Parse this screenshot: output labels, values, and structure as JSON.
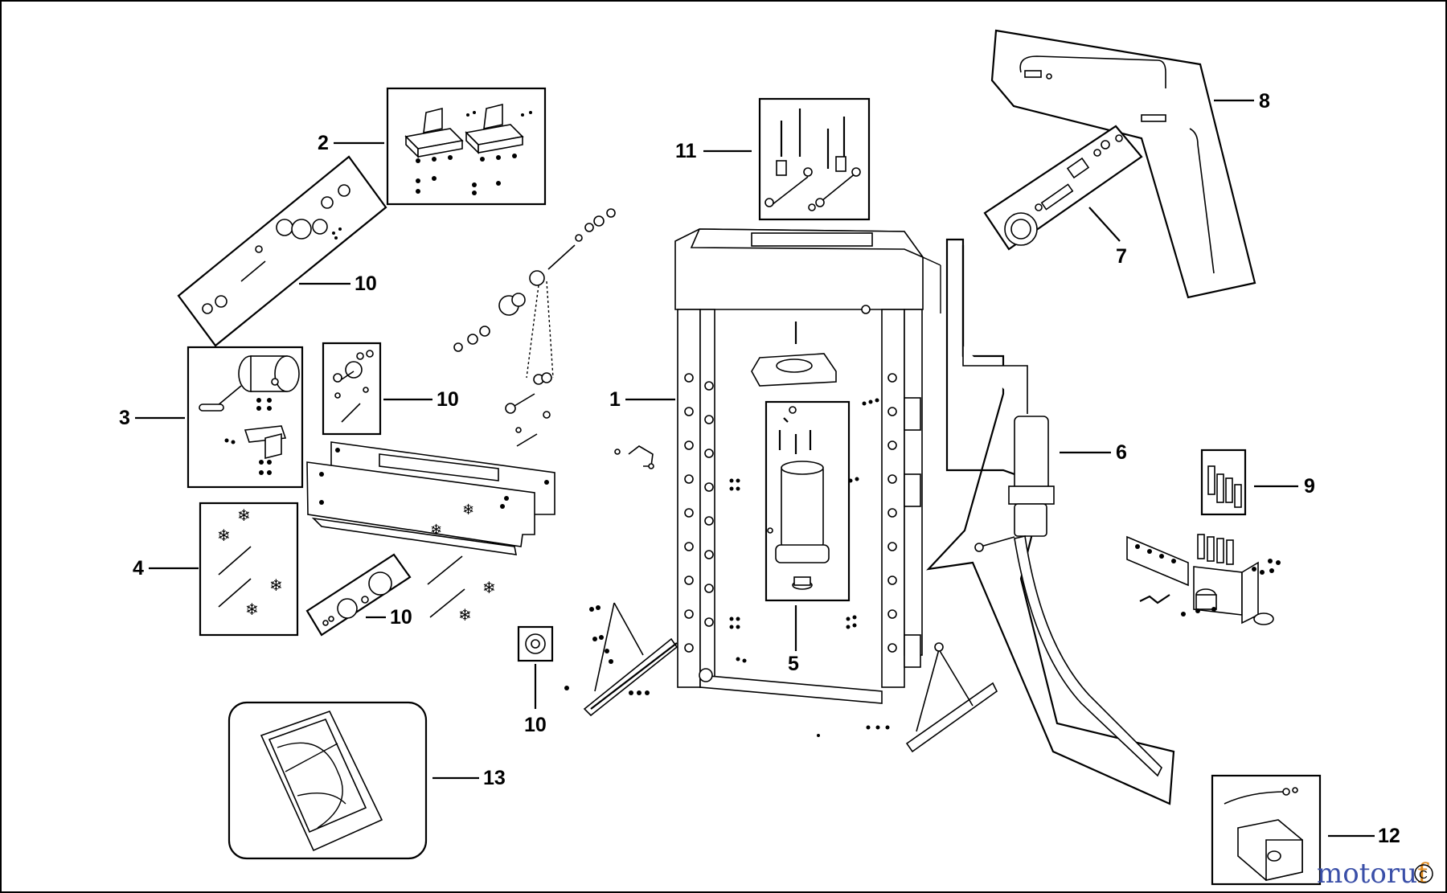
{
  "callouts": {
    "c1": "1",
    "c2": "2",
    "c3": "3",
    "c4": "4",
    "c5": "5",
    "c6": "6",
    "c7": "7",
    "c8": "8",
    "c9": "9",
    "c10a": "10",
    "c10b": "10",
    "c10c": "10",
    "c10d": "10",
    "c11": "11",
    "c12": "12",
    "c13": "13"
  },
  "watermark": {
    "text_part1": "motoru",
    "text_part2": "f",
    "colors": {
      "blue": "#3a4fa8",
      "orange": "#e08a1e"
    }
  }
}
